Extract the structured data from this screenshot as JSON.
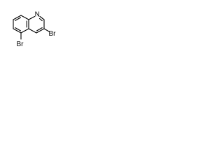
{
  "molecule": {
    "atoms": {
      "nitrogen": "N",
      "bromine_3": "Br",
      "bromine_5": "Br"
    },
    "colors": {
      "bond": "#000000",
      "label": "#000000",
      "background": "#ffffff"
    }
  }
}
